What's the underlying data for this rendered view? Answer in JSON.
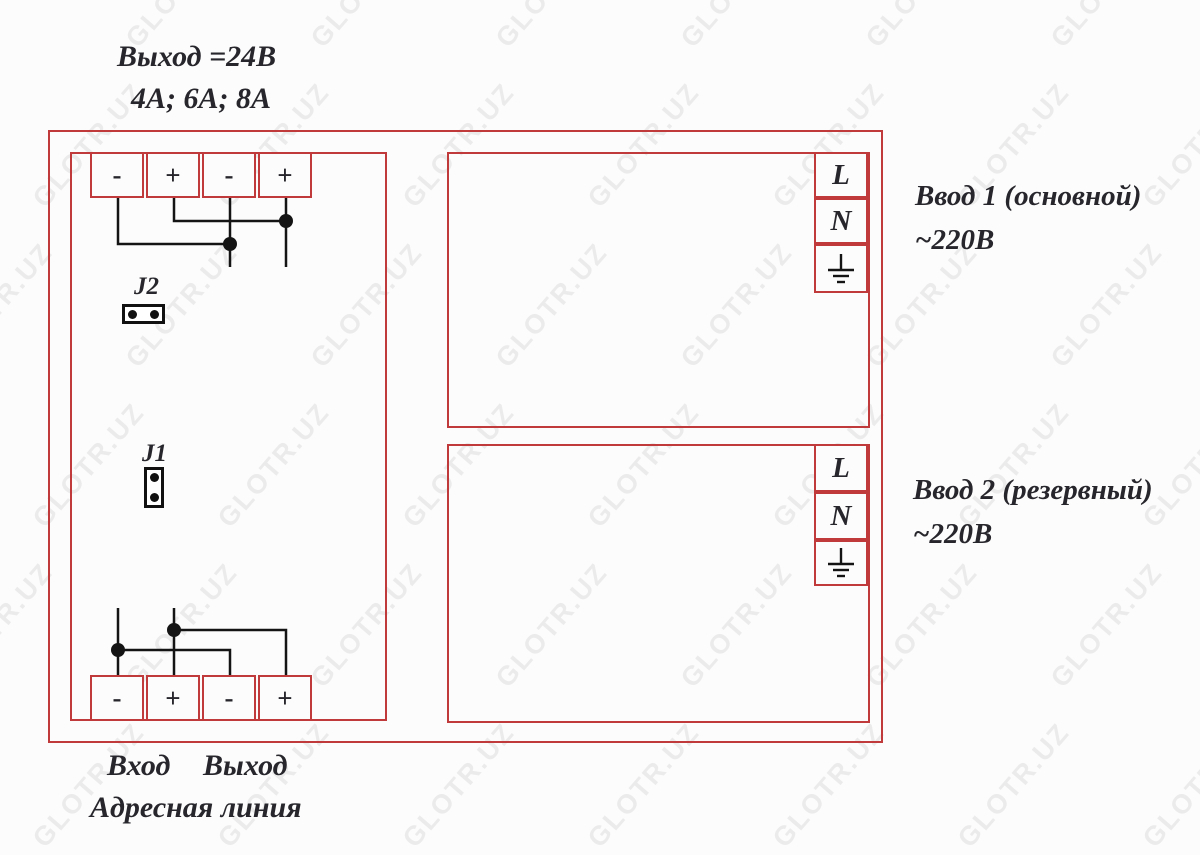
{
  "header": {
    "output_voltage": "Выход =24В",
    "output_currents": "4А; 6А; 8А"
  },
  "terminals": {
    "top": {
      "labels": [
        "-",
        "+",
        "-",
        "+"
      ]
    },
    "bottom": {
      "labels": [
        "-",
        "+",
        "-",
        "+"
      ]
    }
  },
  "jumpers": {
    "j2": {
      "label": "J2"
    },
    "j1": {
      "label": "J1"
    }
  },
  "inputs": [
    {
      "name": "Ввод 1 (основной)",
      "voltage": "~220В",
      "terminals": {
        "live": "L",
        "neutral": "N",
        "earth_icon": "ground-icon"
      }
    },
    {
      "name": "Ввод 2 (резервный)",
      "voltage": "~220В",
      "terminals": {
        "live": "L",
        "neutral": "N",
        "earth_icon": "ground-icon"
      }
    }
  ],
  "footer": {
    "input_label": "Вход",
    "output_label": "Выход",
    "line_label": "Адресная линия"
  },
  "watermark": {
    "text": "GLOTR.UZ"
  },
  "colors": {
    "outline_red": "#c0393b",
    "wire_black": "#141414",
    "text_dark": "#26262c",
    "watermark_gray": "#9a9a9a",
    "background": "#fdfcfc"
  }
}
